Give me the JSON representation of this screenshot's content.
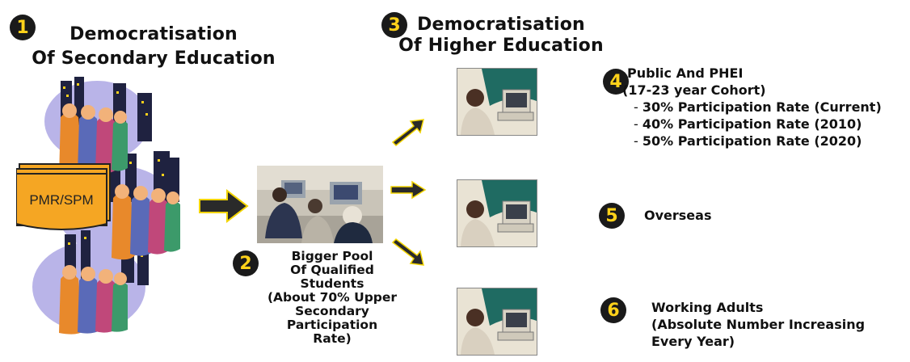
{
  "step1": {
    "badge": "1",
    "title_line1": "Democratisation",
    "title_line2": "Of Secondary Education",
    "sign_text": "PMR/SPM"
  },
  "step2": {
    "badge": "2",
    "lines": [
      "Bigger Pool",
      "Of Qualified",
      "Students",
      "(About 70% Upper",
      "Secondary",
      "Participation",
      "Rate)"
    ]
  },
  "step3": {
    "badge": "3",
    "title_line1": "Democratisation",
    "title_line2": "Of Higher Education"
  },
  "step4": {
    "badge": "4",
    "line1": "Public And PHEI",
    "line2": "(17-23 year Cohort)",
    "rates": [
      "30% Participation Rate (Current)",
      "40% Participation Rate (2010)",
      "50% Participation Rate (2020)"
    ],
    "dash": "- "
  },
  "step5": {
    "badge": "5",
    "label": "Overseas"
  },
  "step6": {
    "badge": "6",
    "line1": "Working Adults",
    "line2": "(Absolute Number Increasing",
    "line3": "Every Year)"
  },
  "colors": {
    "badge_bg": "#1a1a1a",
    "badge_text": "#ffd21a",
    "arrow_fill": "#2a2a2a",
    "arrow_outline": "#f2d400",
    "sign_fill": "#f5a623"
  }
}
